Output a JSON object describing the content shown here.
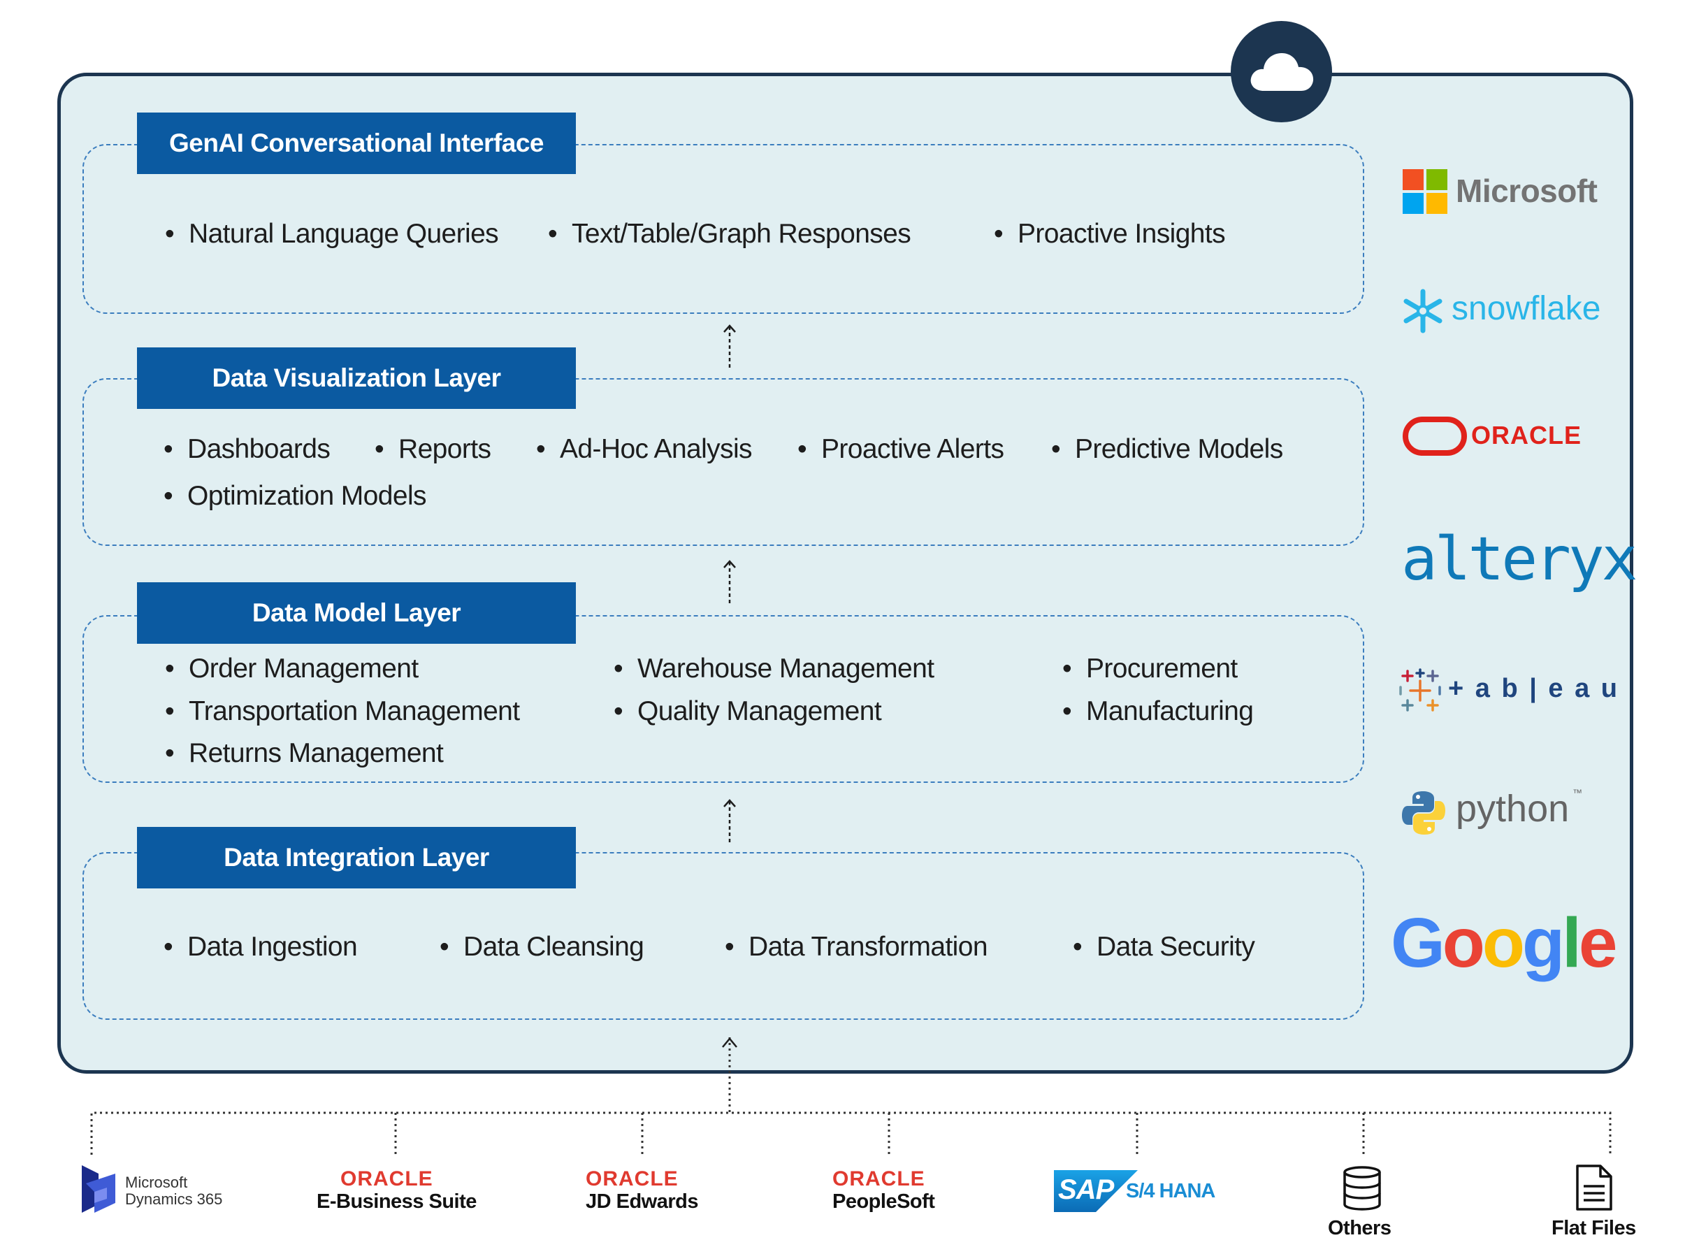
{
  "layers": [
    {
      "title": "GenAI Conversational Interface",
      "items": [
        "Natural Language Queries",
        "Text/Table/Graph Responses",
        "Proactive Insights"
      ]
    },
    {
      "title": "Data Visualization Layer",
      "items": [
        "Dashboards",
        "Reports",
        "Ad-Hoc Analysis",
        "Proactive Alerts",
        "Predictive Models",
        "Optimization Models"
      ]
    },
    {
      "title": "Data Model Layer",
      "items": [
        "Order Management",
        "Transportation Management",
        "Returns Management",
        "Warehouse Management",
        "Quality Management",
        "Procurement",
        "Manufacturing"
      ]
    },
    {
      "title": "Data Integration Layer",
      "items": [
        "Data Ingestion",
        "Data Cleansing",
        "Data Transformation",
        "Data Security"
      ]
    }
  ],
  "tech_logos": {
    "microsoft": "Microsoft",
    "snowflake": "snowflake",
    "oracle": "ORACLE",
    "alteryx": "alteryx",
    "tableau": "+ a b | e a u",
    "python": "python",
    "python_tm": "™",
    "google": [
      "G",
      "o",
      "o",
      "g",
      "l",
      "e"
    ]
  },
  "sources": {
    "dynamics": [
      "Microsoft",
      "Dynamics 365"
    ],
    "oracle_word": "ORACLE",
    "ebs": "E-Business Suite",
    "jde": "JD Edwards",
    "peoplesoft": "PeopleSoft",
    "sap": "SAP",
    "s4hana": "S/4 HANA",
    "others": "Others",
    "flat_files": "Flat Files"
  },
  "colors": {
    "panel_bg": "#e1eff2",
    "panel_border": "#1c3550",
    "title_bg": "#0b5aa1",
    "dashed": "#3b7dbe",
    "oracle_red": "#e03a2f"
  },
  "icons": [
    "cloud-icon",
    "database-icon",
    "document-icon",
    "up-arrow-icon"
  ]
}
